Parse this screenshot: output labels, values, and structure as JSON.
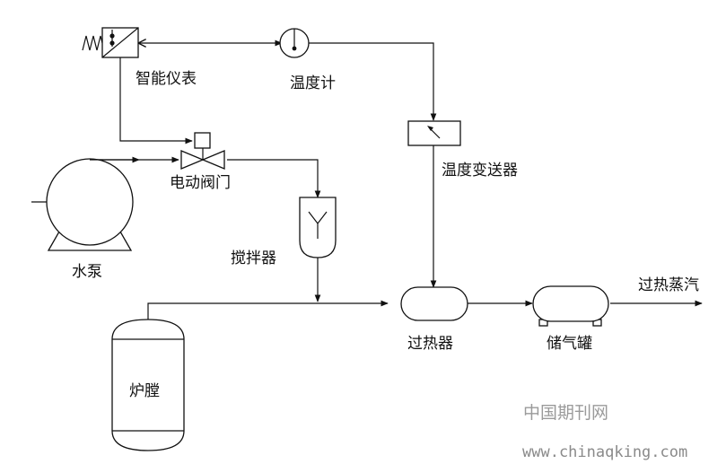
{
  "labels": {
    "smart_meter": "智能仪表",
    "thermometer": "温度计",
    "electric_valve": "电动阀门",
    "temp_transmitter": "温度变送器",
    "water_pump": "水泵",
    "mixer": "搅拌器",
    "superheater": "过热器",
    "storage_tank": "储气罐",
    "furnace": "炉膛",
    "superheated_steam": "过热蒸汽"
  },
  "watermark": {
    "site_name": "中国期刊网",
    "url": "www.chinaqking.com"
  },
  "colors": {
    "line": "#111111",
    "watermark": "#9a9a9a"
  }
}
